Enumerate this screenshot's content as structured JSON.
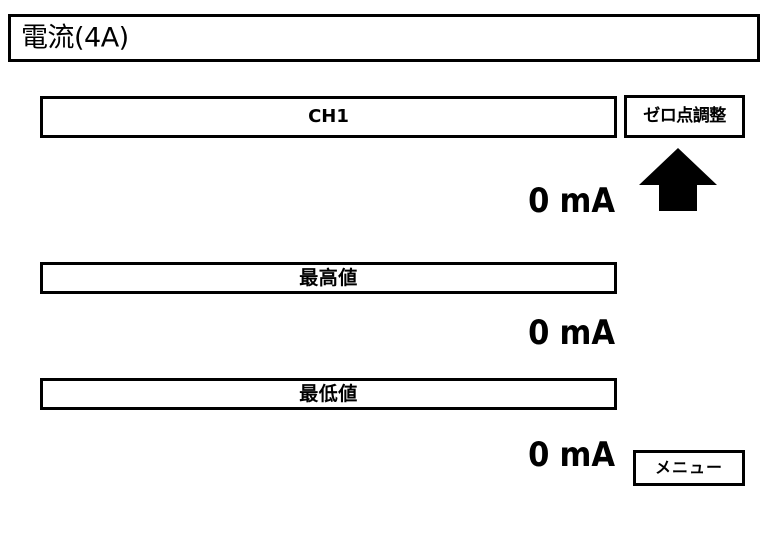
{
  "screen": {
    "title": "電流(4A)",
    "background_color": "#ffffff",
    "foreground_color": "#000000"
  },
  "channel_row": {
    "label": "CH1",
    "value": "0",
    "unit": "mA"
  },
  "max_row": {
    "label": "最高値",
    "value": "0",
    "unit": "mA"
  },
  "min_row": {
    "label": "最低値",
    "value": "0",
    "unit": "mA"
  },
  "buttons": {
    "zero_adjust": "ゼロ点調整",
    "menu": "メニュー"
  },
  "icons": {
    "arrow_up": "arrow-up-icon"
  }
}
